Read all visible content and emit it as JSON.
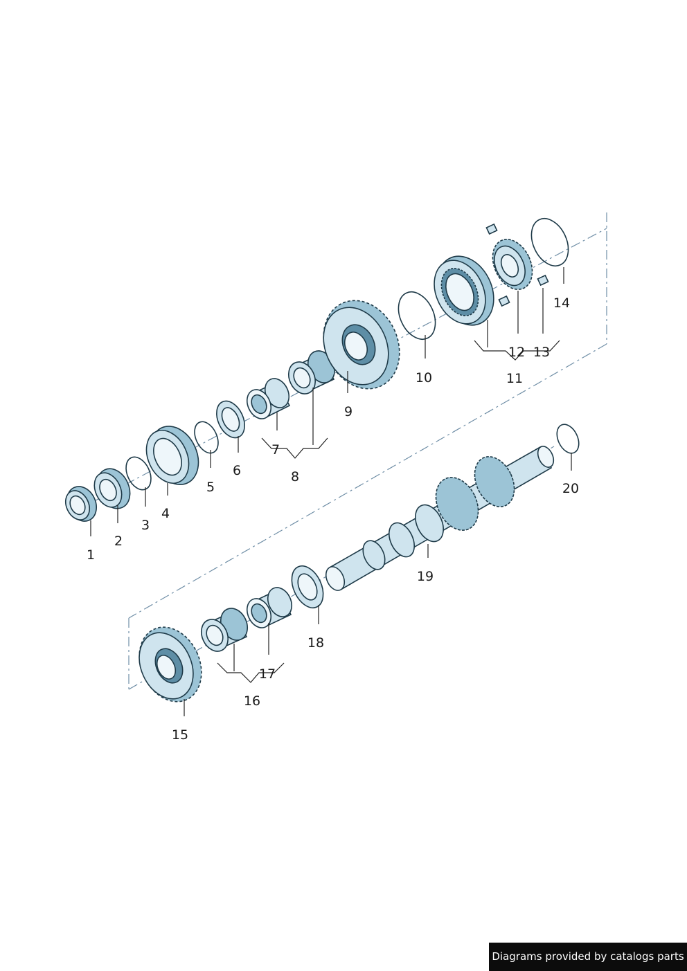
{
  "diagram": {
    "callouts": [
      "1",
      "2",
      "3",
      "4",
      "5",
      "6",
      "7",
      "8",
      "9",
      "10",
      "11",
      "12",
      "13",
      "14",
      "15",
      "16",
      "17",
      "18",
      "19",
      "20"
    ]
  },
  "credit": "Diagrams provided by catalogs parts",
  "colors": {
    "part_fill": "#cfe4ee",
    "part_shade": "#9cc4d6",
    "outline": "#1e3a48",
    "axis_line": "#6f8ea6"
  }
}
